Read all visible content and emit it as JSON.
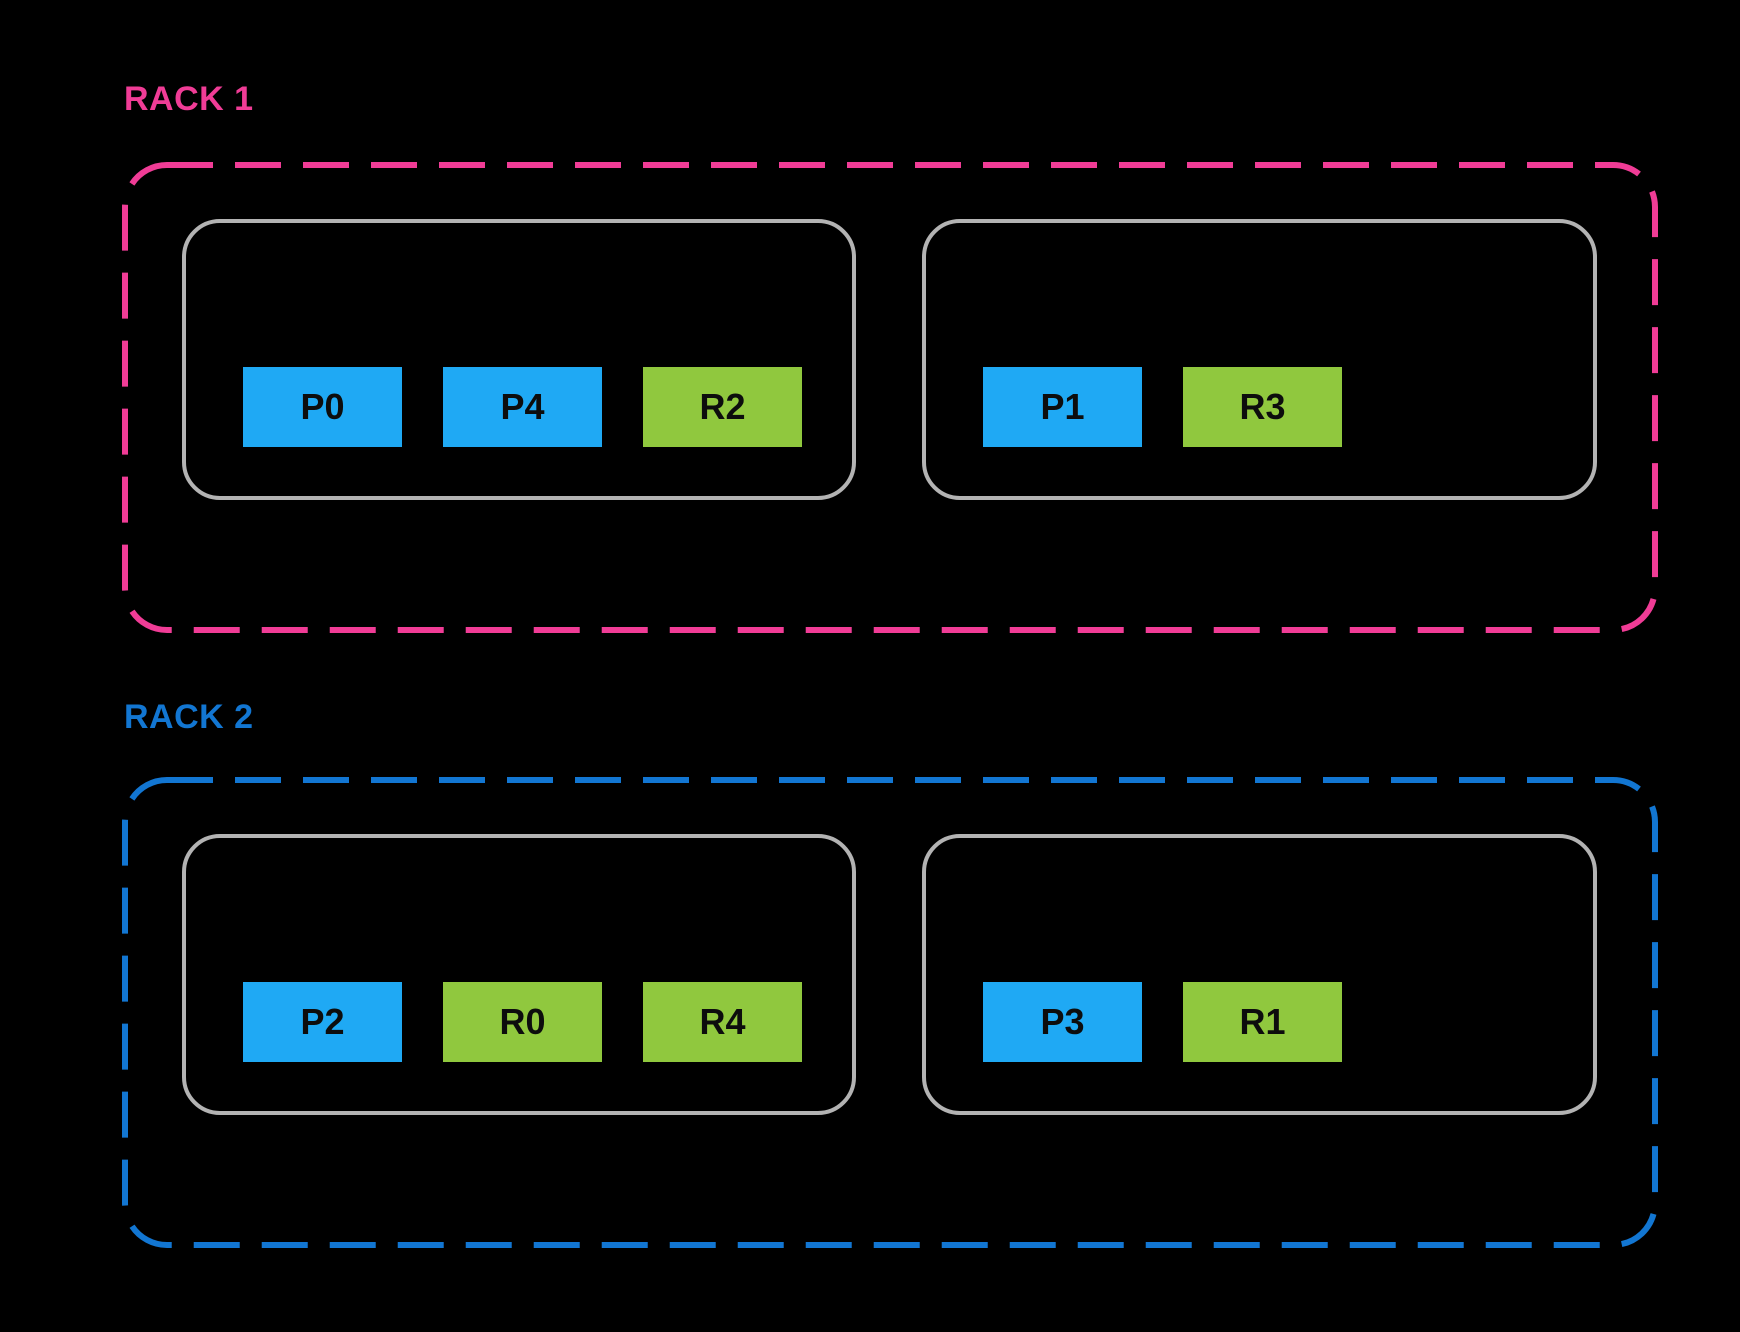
{
  "racks": [
    {
      "label": "RACK 1",
      "accent_color": "#F03C96",
      "nodes": [
        {
          "blocks": [
            {
              "label": "P0",
              "kind": "primary"
            },
            {
              "label": "P4",
              "kind": "primary"
            },
            {
              "label": "R2",
              "kind": "replica"
            }
          ]
        },
        {
          "blocks": [
            {
              "label": "P1",
              "kind": "primary"
            },
            {
              "label": "R3",
              "kind": "replica"
            }
          ]
        }
      ]
    },
    {
      "label": "RACK 2",
      "accent_color": "#1276D2",
      "nodes": [
        {
          "blocks": [
            {
              "label": "P2",
              "kind": "primary"
            },
            {
              "label": "R0",
              "kind": "replica"
            },
            {
              "label": "R4",
              "kind": "replica"
            }
          ]
        },
        {
          "blocks": [
            {
              "label": "P3",
              "kind": "primary"
            },
            {
              "label": "R1",
              "kind": "replica"
            }
          ]
        }
      ]
    }
  ],
  "colors": {
    "background": "#000000",
    "primary_block": "#1FA9F4",
    "replica_block": "#90C83E",
    "node_border": "#B3B3B3",
    "rack1_accent": "#F03C96",
    "rack2_accent": "#1276D2",
    "block_text": "#0D0D0D"
  }
}
